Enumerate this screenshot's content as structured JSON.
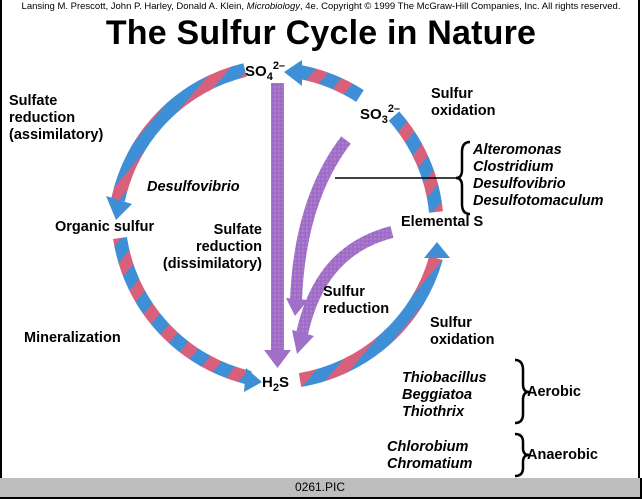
{
  "header": {
    "copyright_prefix": "Lansing M. Prescott, John P. Harley, Donald A. Klein, ",
    "copyright_book": "Microbiology",
    "copyright_suffix": ", 4e. Copyright © 1999 The McGraw-Hill Companies, Inc.  All rights reserved.",
    "title": "The Sulfur Cycle in Nature"
  },
  "compounds": {
    "sulfate": {
      "base": "SO",
      "sub": "4",
      "sup": "2–"
    },
    "sulfite": {
      "base": "SO",
      "sub": "3",
      "sup": "2–"
    },
    "organic_sulfur": "Organic sulfur",
    "elemental_s": "Elemental S",
    "h2s": {
      "pre": "H",
      "sub": "2",
      "post": "S"
    }
  },
  "processes": {
    "assimilatory": [
      "Sulfate",
      "reduction",
      "(assimilatory)"
    ],
    "dissimilatory": [
      "Sulfate",
      "reduction",
      "(dissimilatory)"
    ],
    "oxidation_top": [
      "Sulfur",
      "oxidation"
    ],
    "oxidation_bottom": [
      "Sulfur",
      "oxidation"
    ],
    "sulfur_reduction": [
      "Sulfur",
      "reduction"
    ],
    "mineralization": "Mineralization"
  },
  "organisms": {
    "desulfovibrio_label": "Desulfovibrio",
    "reducers": [
      "Alteromonas",
      "Clostridium",
      "Desulfovibrio",
      "Desulfotomaculum"
    ],
    "aerobic": [
      "Thiobacillus",
      "Beggiatoa",
      "Thiothrix"
    ],
    "aerobic_label": "Aerobic",
    "anaerobic": [
      "Chlorobium",
      "Chromatium"
    ],
    "anaerobic_label": "Anaerobic"
  },
  "colors": {
    "cycle_blue": "#3f8fd6",
    "cycle_pink": "#d9607a",
    "reduction_purple": "#a070c8"
  },
  "statusbar": {
    "filename": "0261.PIC"
  }
}
